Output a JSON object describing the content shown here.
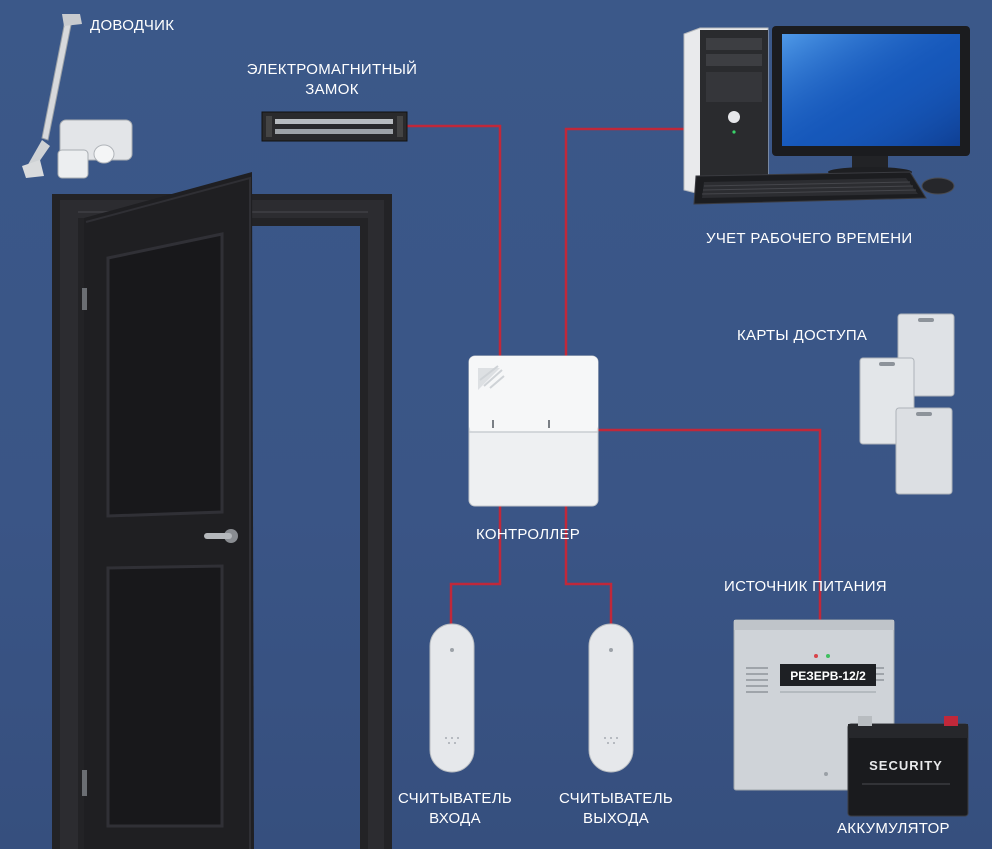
{
  "labels": {
    "door_closer": "ДОВОДЧИК",
    "maglock_line1": "ЭЛЕКТРОМАГНИТНЫЙ",
    "maglock_line2": "ЗАМОК",
    "time_tracking": "УЧЕТ РАБОЧЕГО ВРЕМЕНИ",
    "access_cards": "КАРТЫ ДОСТУПА",
    "controller": "КОНТРОЛЛЕР",
    "power_supply": "ИСТОЧНИК ПИТАНИЯ",
    "entry_reader_line1": "СЧИТЫВАТЕЛЬ",
    "entry_reader_line2": "ВХОДА",
    "exit_reader_line1": "СЧИТЫВАТЕЛЬ",
    "exit_reader_line2": "ВЫХОДА",
    "battery": "АККУМУЛЯТОР"
  },
  "device_text": {
    "psu_model": "РЕЗЕРВ-12/2",
    "battery_brand": "SECURITY"
  },
  "colors": {
    "background": "#3a5688",
    "wire": "#c0283a",
    "label": "#ffffff"
  }
}
